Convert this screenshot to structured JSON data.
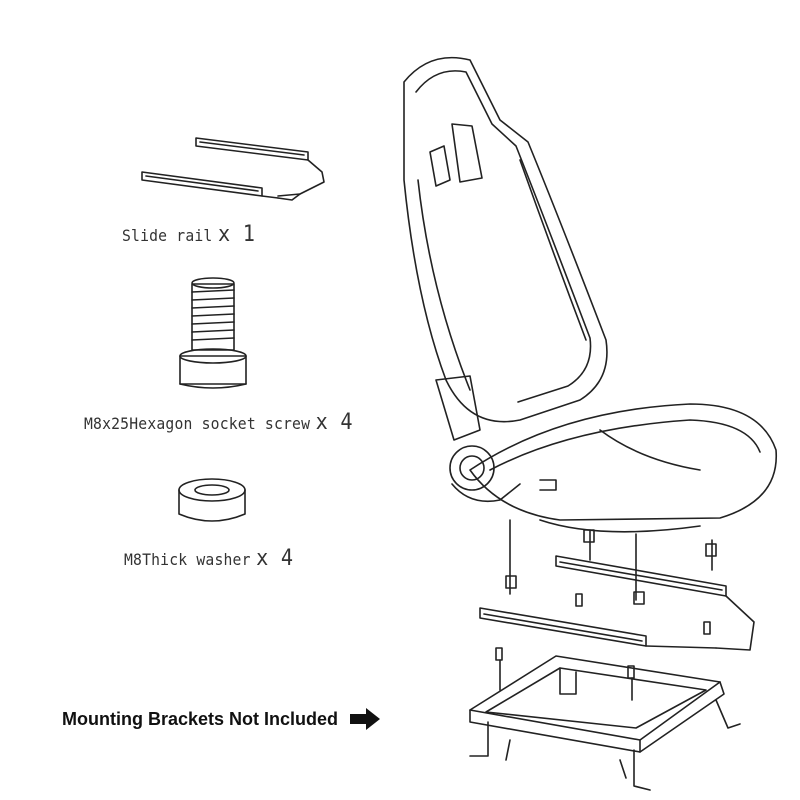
{
  "parts": [
    {
      "name": "Slide rail",
      "qty": "x 1"
    },
    {
      "name": "M8x25Hexagon socket screw",
      "qty": "x 4"
    },
    {
      "name": "M8Thick washer",
      "qty": "x 4"
    }
  ],
  "notice": "Mounting Brackets Not Included",
  "colors": {
    "line": "#222222",
    "text": "#333333",
    "notice": "#111111"
  }
}
